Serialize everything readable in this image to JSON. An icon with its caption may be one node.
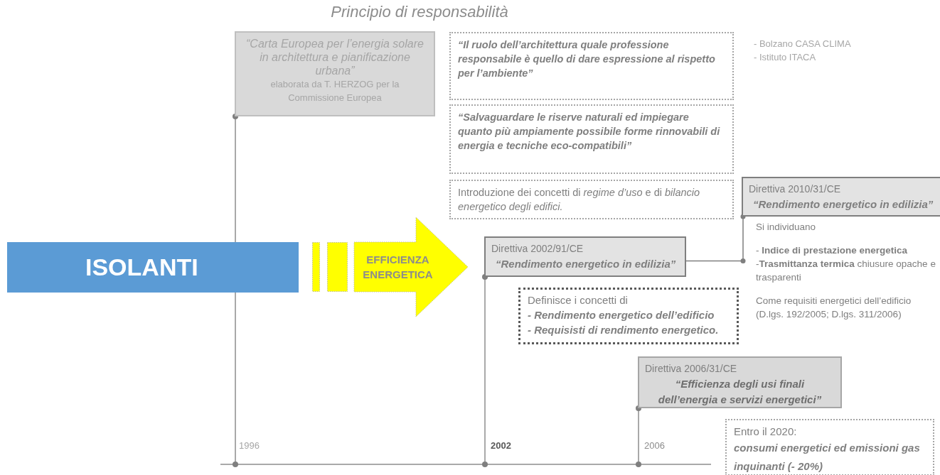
{
  "diagram": {
    "title": "Principio di responsabilità",
    "nodes": [
      {
        "text": [
          "“Carta Europea per l’energia solare in architettura e pianificazione urbana”",
          "elaborata da T. HERZOG per la Commissione Europea"
        ]
      },
      {
        "text": [
          "“Il ruolo dell’architettura quale professione responsabile è quello di dare espressione al rispetto per l’ambiente”"
        ]
      },
      {
        "text": [
          "“Salvaguardare le riserve naturali ed impiegare quanto più ampiamente possibile forme rinnovabili di energia e tecniche eco-compatibili”"
        ]
      },
      {
        "text": [
          "Introduzione dei concetti di *regime d’uso* e di *bilancio energetico degli edifici.*"
        ]
      },
      {
        "text": [
          "ISOLANTI"
        ]
      },
      {
        "text": [
          "EFFICIENZA ENERGETICA"
        ]
      },
      {
        "text": [
          "Direttiva 2002/91/CE",
          "“Rendimento energetico in edilizia”"
        ]
      },
      {
        "text": [
          "Definisce i concetti di",
          "- Rendimento energetico dell’edificio",
          "- Requisisti di rendimento energetico."
        ]
      },
      {
        "text": [
          "Direttiva 2010/31/CE",
          "“Rendimento energetico in edilizia”"
        ],
        "beside": [
          "Si individuano",
          "- **Indice di prestazione energetica**",
          "-**Trasmittanza termica** chiusure opache e trasparenti",
          "Come requisiti energetici dell’edificio (D.lgs. 192/2005; D.lgs. 311/2006)"
        ]
      },
      {
        "text": [
          "Direttiva 2006/31/CE",
          "“Efficienza degli usi finali dell’energia e servizi energetici”"
        ]
      },
      {
        "text": [
          "Entro il 2020:",
          "consumi energetici ed emissioni gas inquinanti (- 20%)"
        ]
      }
    ],
    "edges": [
      {
        "from": 6,
        "to": 8,
        "arrow": "other"
      }
    ],
    "labels": [
      "- Bolzano CASA CLIMA",
      "- Istituto ITACA",
      "1996",
      "2002",
      "2006"
    ]
  }
}
